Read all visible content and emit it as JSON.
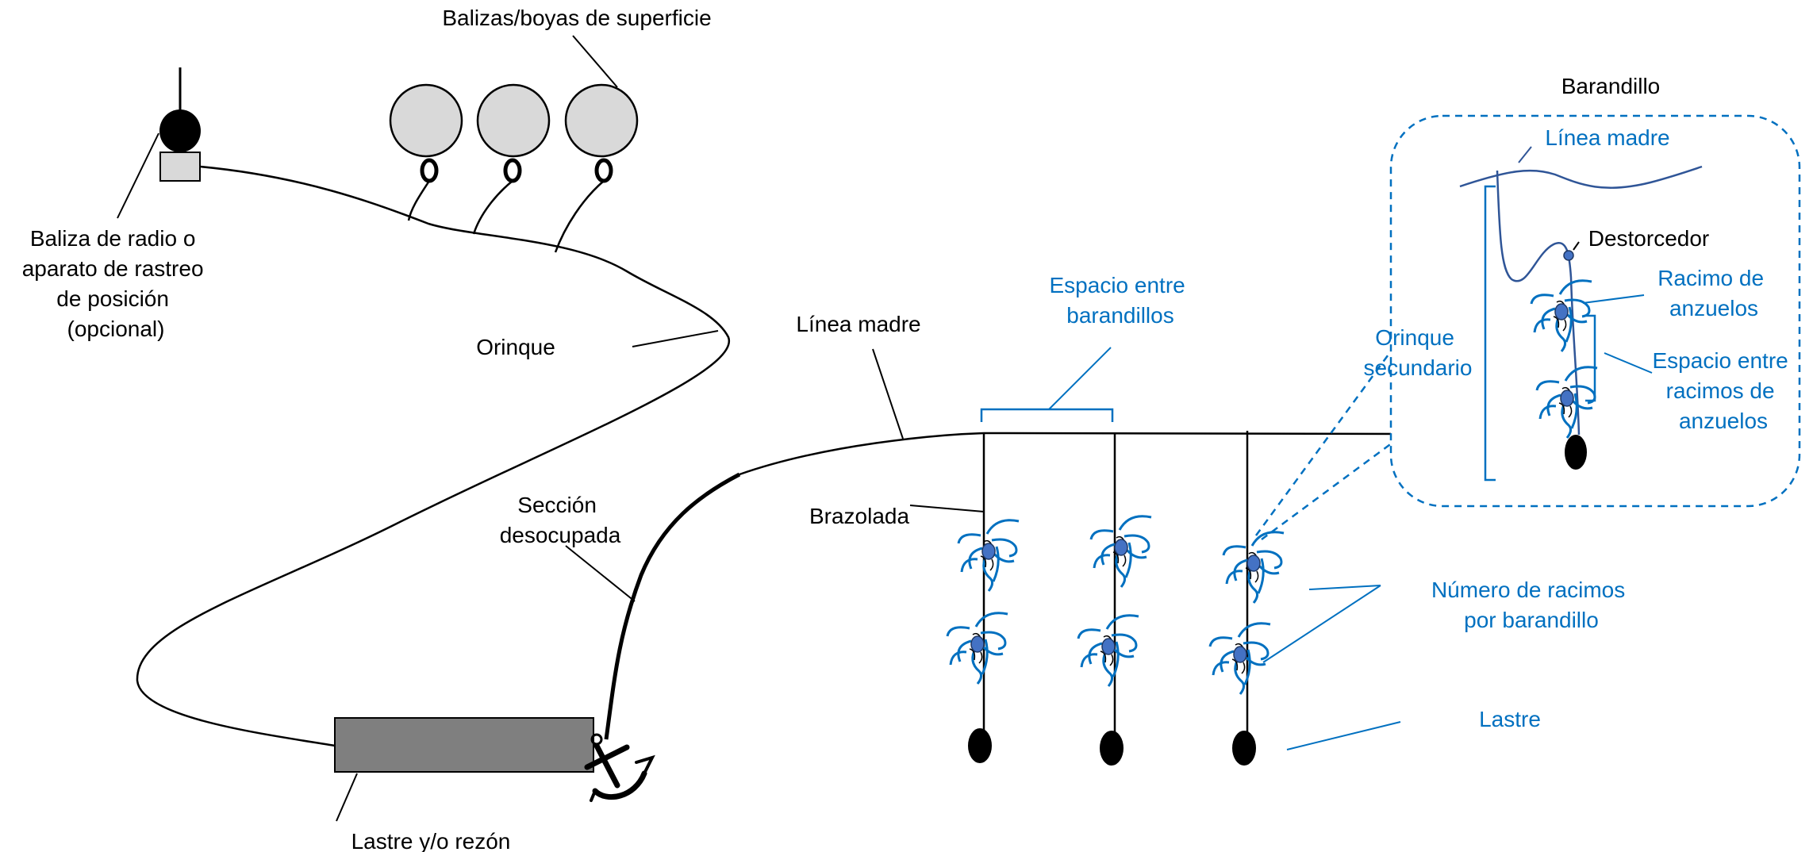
{
  "colors": {
    "text": "#000000",
    "accent_blue": "#0070c0",
    "dark_blue": "#2f5597",
    "buoy_fill": "#d9d9d9",
    "weight_fill": "#7f7f7f",
    "swivel_fill": "#4472c4"
  },
  "labels": {
    "surface_buoys": "Balizas/boyas de superficie",
    "radio_beacon": [
      "Baliza de radio o",
      "aparato de rastreo",
      "de posición",
      "(opcional)"
    ],
    "buoy_line": "Orinque",
    "mainline": "Línea madre",
    "unoccupied_section": [
      "Sección",
      "desocupada"
    ],
    "branchline": "Brazolada",
    "ballast_anchor": "Lastre y/o rezón",
    "spacing_droplines": [
      "Espacio entre",
      "barandillos"
    ],
    "clusters_per_dropline": [
      "Número de racimos",
      "por barandillo"
    ],
    "weight": "Lastre"
  },
  "inset": {
    "title": "Barandillo",
    "mainline": "Línea madre",
    "swivel": "Destorcedor",
    "hook_cluster": [
      "Racimo de",
      "anzuelos"
    ],
    "secondary_buoy_line": [
      "Orinque",
      "secundario"
    ],
    "cluster_spacing": [
      "Espacio entre",
      "racimos de",
      "anzuelos"
    ]
  },
  "icons": [
    "radio-beacon-icon",
    "buoy-icon",
    "anchor-icon",
    "sinker-weight-icon",
    "hook-cluster-icon",
    "swivel-icon"
  ]
}
